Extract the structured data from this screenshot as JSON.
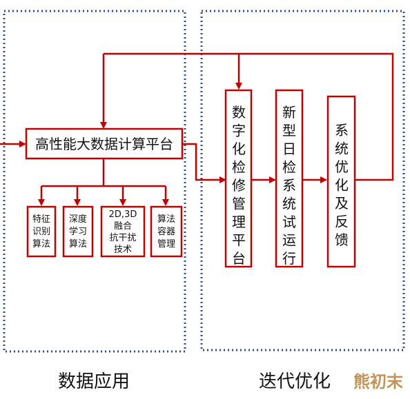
{
  "colors": {
    "frame": "#2f4a8a",
    "arrow": "#c00000",
    "box_border": "#c00000",
    "watermark": "#b5823c"
  },
  "main_box": {
    "label": "高性能大数据计算平台"
  },
  "sub_boxes": [
    {
      "lines": [
        "特征",
        "识别",
        "算法"
      ]
    },
    {
      "lines": [
        "深度",
        "学习",
        "算法"
      ]
    },
    {
      "lines": [
        "2D,3D",
        "融合",
        "抗干扰",
        "技术"
      ]
    },
    {
      "lines": [
        "算法",
        "容器",
        "管理"
      ]
    }
  ],
  "vertical_boxes": [
    {
      "chars": [
        "数",
        "字",
        "化",
        "检",
        "修",
        "管",
        "理",
        "平",
        "台"
      ]
    },
    {
      "chars": [
        "新",
        "型",
        "日",
        "检",
        "系",
        "统",
        "试",
        "运",
        "行"
      ]
    },
    {
      "chars": [
        "系",
        "统",
        "优",
        "化",
        "及",
        "反",
        "馈"
      ]
    }
  ],
  "captions": {
    "left": "数据应用",
    "right": "迭代优化"
  },
  "watermark": {
    "text": "熊初末"
  }
}
